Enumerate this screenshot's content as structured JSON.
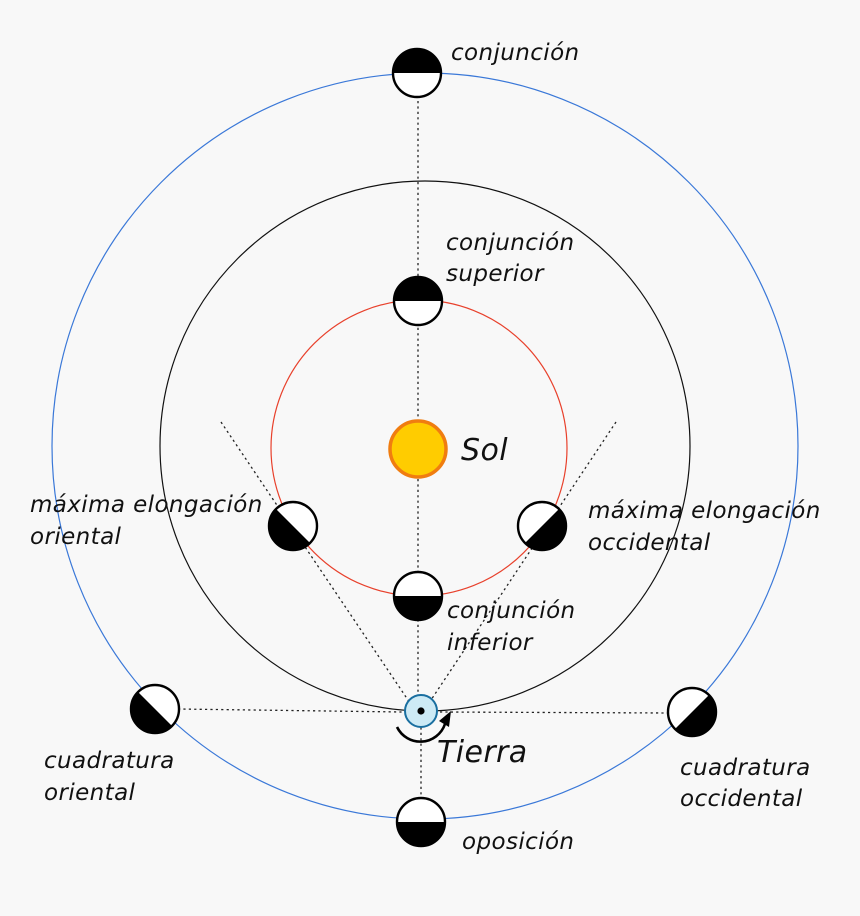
{
  "colors": {
    "background": "#f8f8f8",
    "outer_orbit": "#3a78d8",
    "middle_orbit": "#111111",
    "inner_orbit": "#e8412c",
    "sun_fill": "#ffcc00",
    "sun_stroke": "#f07d10",
    "earth_fill": "#cdeaf5",
    "earth_stroke": "#1a6fa0"
  },
  "labels": {
    "conjuncion": "conjunción",
    "conj_superior_1": "conjunción",
    "conj_superior_2": "superior",
    "sol": "Sol",
    "max_oriental_1": "máxima elongación",
    "max_oriental_2": "oriental",
    "max_occidental_1": "máxima elongación",
    "max_occidental_2": "occidental",
    "conj_inferior_1": "conjunción",
    "conj_inferior_2": "inferior",
    "tierra": "Tierra",
    "cuad_oriental_1": "cuadratura",
    "cuad_oriental_2": "oriental",
    "cuad_occidental_1": "cuadratura",
    "cuad_occidental_2": "occidental",
    "oposicion": "oposición"
  },
  "phases": {
    "conjuncion": "dark-top",
    "conj_superior": "dark-top",
    "conj_inferior": "dark-bottom",
    "max_elong_oriental": "dark-lower-left",
    "max_elong_occidental": "dark-lower-right",
    "cuad_oriental": "dark-lower-left",
    "cuad_occidental": "dark-lower-right",
    "oposicion": "dark-bottom"
  },
  "icons": {
    "sun": "sun-icon",
    "earth": "earth-icon",
    "rotation": "rotation-arrow-icon"
  }
}
